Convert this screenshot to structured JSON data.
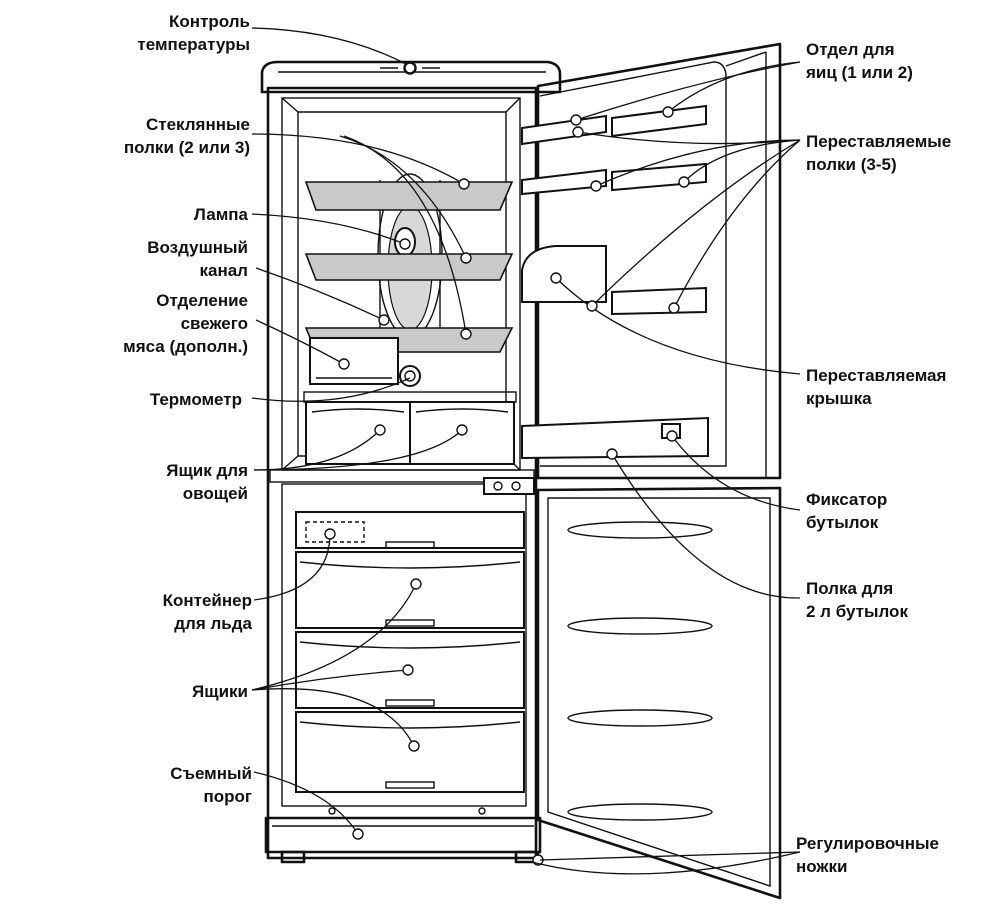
{
  "labels": {
    "temperature_control": [
      "Контроль",
      "температуры"
    ],
    "glass_shelves": [
      "Стеклянные",
      "полки (2 или 3)"
    ],
    "lamp": [
      "Лампа"
    ],
    "air_duct": [
      "Воздушный",
      "канал"
    ],
    "fresh_meat": [
      "Отделение",
      "свежего",
      "мяса (дополн.)"
    ],
    "thermometer": [
      "Термометр"
    ],
    "vegetable_drawer": [
      "Ящик для",
      "овощей"
    ],
    "ice_container": [
      "Контейнер",
      "для льда"
    ],
    "drawers": [
      "Ящики"
    ],
    "removable_plinth": [
      "Съемный",
      "порог"
    ],
    "egg_tray": [
      "Отдел для",
      "яиц (1 или 2)"
    ],
    "adjustable_shelves": [
      "Переставляемые",
      "полки (3-5)"
    ],
    "adjustable_cover": [
      "Переставляемая",
      "крышка"
    ],
    "bottle_holder": [
      "Фиксатор",
      "бутылок"
    ],
    "bottle_shelf": [
      "Полка для",
      "2 л бутылок"
    ],
    "adjustable_feet": [
      "Регулировочные",
      "ножки"
    ]
  },
  "colors": {
    "line": "#111111",
    "glass": "#c9c9c9",
    "background": "#ffffff"
  }
}
